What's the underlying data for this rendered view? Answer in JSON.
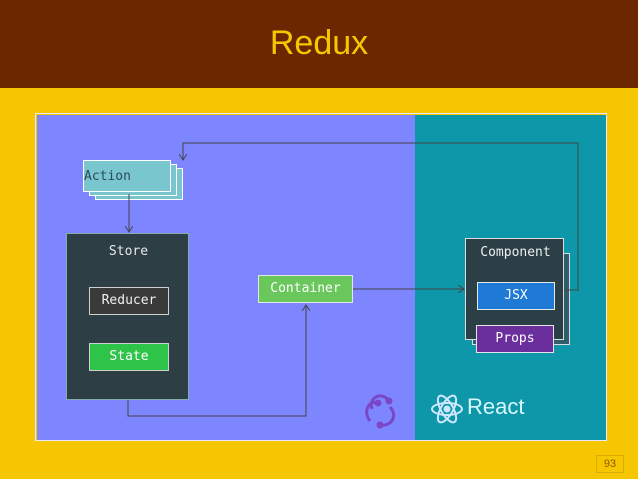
{
  "title": "Redux",
  "nodes": {
    "action": "Action",
    "store": "Store",
    "reducer": "Reducer",
    "state": "State",
    "container": "Container",
    "component": "Component",
    "jsx": "JSX",
    "props": "Props"
  },
  "logos": {
    "redux": "redux-icon",
    "react": "React"
  },
  "page_number": "93",
  "colors": {
    "header": "#6b2800",
    "title": "#f6c700",
    "left_pane": "#7d86ff",
    "right_pane": "#0d97a8",
    "state": "#2ec44a",
    "container": "#69c75b",
    "jsx": "#1f7ad6",
    "props": "#6b2f9d"
  }
}
